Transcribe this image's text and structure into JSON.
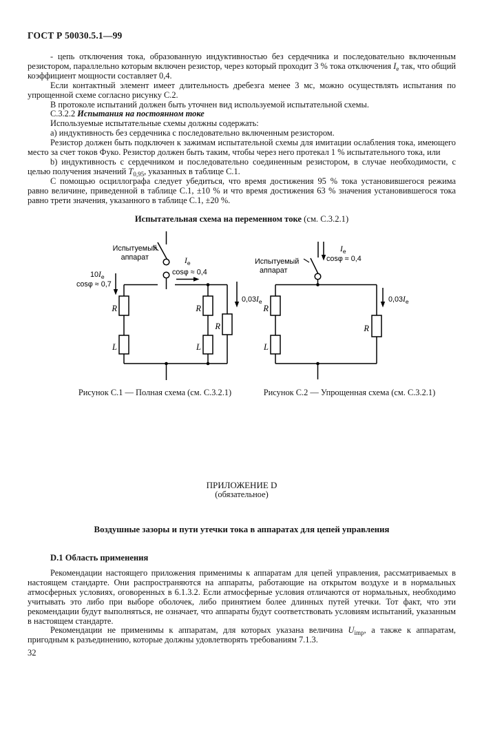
{
  "doc": {
    "header": "ГОСТ Р 50030.5.1—99",
    "page_number": "32"
  },
  "section_c": {
    "p1": [
      {
        "t": "- цепь отключения тока, образованную индуктивностью без сердечника и последовательно включенным резистором, параллельно которым включен резистор, через который проходит 3 % тока отключения "
      },
      {
        "t": "I",
        "s": "i"
      },
      {
        "t": "e",
        "s": "sub"
      },
      {
        "t": " так, что общий коэффициент мощности составляет 0,4."
      }
    ],
    "p2": "Если контактный элемент имеет длительность дребезга менее 3 мс, можно осуществлять испытания по упрощенной схеме согласно рисунку С.2.",
    "p3": "В протоколе испытаний должен быть уточнен вид используемой испытательной схемы.",
    "p4": [
      {
        "t": "С.3.2.2 "
      },
      {
        "t": "Испытания на постоянном токе",
        "s": "bi"
      }
    ],
    "p5": "Используемые испытательные схемы должны содержать:",
    "p6": "a) индуктивность без сердечника с последовательно включенным резистором.",
    "p7": "Резистор должен быть подключен к зажимам испытательной схемы для имитации ослабления тока, имеющего место за счет токов Фуко. Резистор должен быть таким, чтобы через него протекал 1 % испытательного тока, или",
    "p8": [
      {
        "t": "b) индуктивность с сердечником и последовательно соединенным резистором, в случае необходимости, с целью получения значений "
      },
      {
        "t": "T",
        "s": "i"
      },
      {
        "t": "0,95",
        "s": "sub"
      },
      {
        "t": ", указанных в таблице С.1."
      }
    ],
    "p9": "С помощью осциллографа следует убедиться, что время достижения 95 % тока установившегося режима равно величине, приведенной в таблице С.1, ±10 % и что время достижения 63 % значения установившегося тока равно трети значения, указанного в таблице С.1, ±20 %.",
    "fig_heading": [
      {
        "t": "Испытательная схема на переменном токе",
        "s": "b"
      },
      {
        "t": " (см. С.3.2.1)"
      }
    ]
  },
  "figures": {
    "symbols": {
      "r": "R",
      "l": "L",
      "i": "I",
      "e_sub": "e"
    },
    "c1": {
      "caption": "Рисунок С.1 — Полная схема (см. С.3.2.1)",
      "device_line1": "Испытуемый",
      "device_line2": "аппарат",
      "left_current_prefix": "10",
      "left_cos": "cosφ ≈ 0,7",
      "top_cos": "cosφ ≈ 0,4",
      "branch_current_prefix": "0,03"
    },
    "c2": {
      "caption": "Рисунок С.2 — Упрощенная схема (см. С.3.2.1)",
      "device_line1": "Испытуемый",
      "device_line2": "аппарат",
      "top_cos": "cosφ ≈ 0,4",
      "branch_current_prefix": "0,03"
    }
  },
  "appendix_d": {
    "label": "ПРИЛОЖЕНИЕ D",
    "status": "(обязательное)",
    "title": "Воздушные зазоры и пути утечки тока в аппаратах для цепей управления",
    "d1_heading": "D.1 Область применения",
    "d1_p1": "Рекомендации настоящего приложения применимы к аппаратам для цепей управления, рассматриваемых в настоящем стандарте. Они распространяются на аппараты, работающие на открытом воздухе и в нормальных атмосферных условиях, оговоренных в 6.1.3.2. Если атмосферные условия отличаются от нормальных, необходимо учитывать это либо при выборе оболочек, либо принятием более длинных путей утечки. Тот факт, что эти рекомендации будут выполняться, не означает, что аппараты будут соответствовать условиям испытаний, указанным в настоящем стандарте.",
    "d1_p2": [
      {
        "t": "Рекомендации не применимы к аппаратам, для которых указана величина "
      },
      {
        "t": "U",
        "s": "i"
      },
      {
        "t": "imp",
        "s": "sub"
      },
      {
        "t": ", а также к аппаратам, пригодным к разъединению, которые должны удовлетворять требованиям 7.1.3."
      }
    ]
  }
}
